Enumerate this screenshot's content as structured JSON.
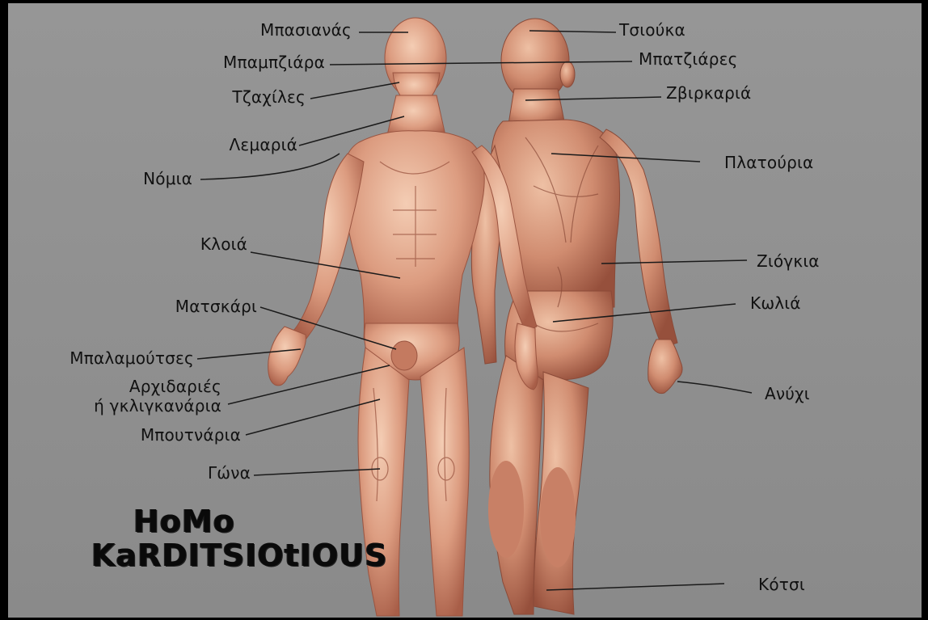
{
  "title": {
    "line1": "HoMo",
    "line2": "KaRDITSIOtIOUS"
  },
  "labels": {
    "mpasianas": "Μπασιανάς",
    "mpampziara": "Μπαμπζιάρα",
    "tzachiles": "Τζαχίλες",
    "lemaria": "Λεμαριά",
    "nomia": "Νόμια",
    "kloia": "Κλοιά",
    "matskari": "Ματσκάρι",
    "mpalamoutses": "Μπαλαμούτσες",
    "archidaries_1": "Αρχιδαριές",
    "archidaries_2": "ή γκλιγκανάρια",
    "mpoutnaria": "Μπουτνάρια",
    "gona": "Γώνα",
    "tsiouka": "Τσιούκα",
    "mpatziares": "Μπατζιάρες",
    "zvirkaria": "Ζβιρκαριά",
    "platouria": "Πλατούρια",
    "ziogkia": "Ζιόγκια",
    "kolia": "Κωλιά",
    "anychi": "Ανύχι",
    "kotsi": "Κότσι"
  },
  "colors": {
    "background": "#8f8f8f",
    "frame": "#000000",
    "skin_light": "#f0c4a8",
    "skin_mid": "#d9957a",
    "skin_dark": "#a25a45",
    "leader_line": "#1a1a1a",
    "text": "#111111"
  }
}
